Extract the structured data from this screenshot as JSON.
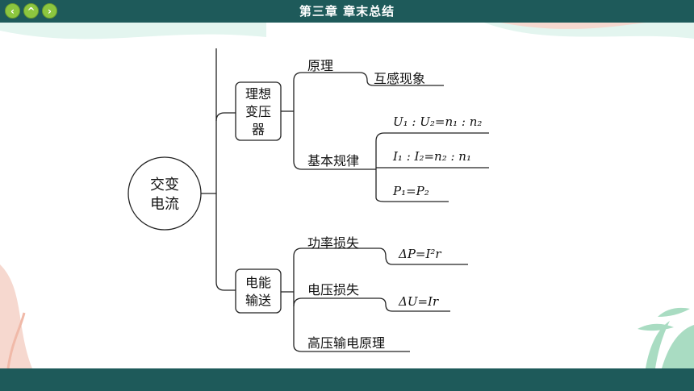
{
  "header": {
    "title": "第三章  章末总结",
    "back_icon": "chevron-left-icon",
    "home_icon": "chevron-up-icon",
    "next_icon": "chevron-right-icon"
  },
  "diagram": {
    "root": {
      "line1": "交变",
      "line2": "电流"
    },
    "branch_transformer": {
      "line1": "理想",
      "line2": "变压",
      "line3": "器",
      "principle": "原理",
      "principle_item": "互感现象",
      "laws": "基本规律",
      "law_1": "U₁ : U₂=n₁ : n₂",
      "law_2": "I₁ : I₂=n₂ : n₁",
      "law_3": "P₁=P₂"
    },
    "branch_transmission": {
      "line1": "电能",
      "line2": "输送",
      "power_loss": "功率损失",
      "power_loss_formula": "ΔP=I²r",
      "voltage_loss": "电压损失",
      "voltage_loss_formula": "ΔU=Ir",
      "hv_principle": "高压输电原理"
    }
  },
  "colors": {
    "bar": "#1e5a5a",
    "nav_button": "#8cc63f",
    "mint": "#e3f5ef"
  }
}
